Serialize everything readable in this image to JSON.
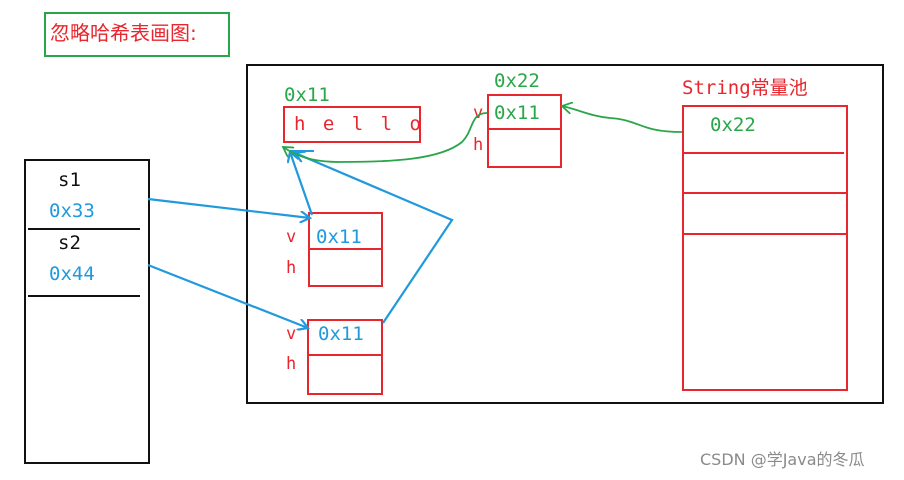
{
  "title": "忽略哈希表画图:",
  "stack": {
    "s1_label": "s1",
    "s1_value": "0x33",
    "s2_label": "s2",
    "s2_value": "0x44"
  },
  "heap": {
    "char_array_addr": "0x11",
    "char_array_content": "h e l l o",
    "string_obj_addr": "0x22",
    "string_obj_v_label": "v",
    "string_obj_v_value": "0x11",
    "string_obj_h_label": "h",
    "obj1_v_label": "v",
    "obj1_v_value": "0x11",
    "obj1_h_label": "h",
    "obj2_v_label": "v",
    "obj2_v_value": "0x11",
    "obj2_h_label": "h"
  },
  "pool": {
    "title": "String常量池",
    "entry_value": "0x22"
  },
  "watermark": "CSDN @学Java的冬瓜",
  "colors": {
    "red": "#e8262e",
    "blue": "#2199dd",
    "green": "#2aa64a",
    "black": "#111111"
  }
}
